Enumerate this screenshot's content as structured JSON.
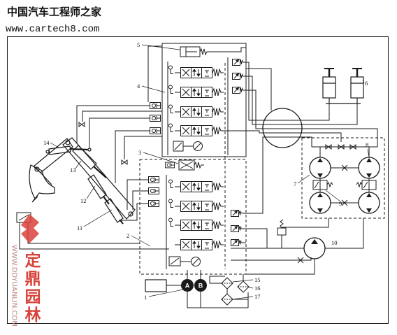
{
  "watermark": {
    "site_name": "中国汽车工程师之家",
    "site_url": "www.cartech8.com",
    "side_url": "WWW.DDYUANLIN.COM",
    "side_brand": "定鼎园林"
  },
  "diagram": {
    "pumps": {
      "a": "A",
      "b": "B"
    },
    "labels": {
      "n1": "1",
      "n2": "2",
      "n3": "3",
      "n4": "4",
      "n5": "5",
      "n6": "6",
      "n7": "7",
      "n8": "8",
      "n9": "9",
      "n10": "10",
      "n11": "11",
      "n12": "12",
      "n13": "13",
      "n14": "14",
      "n15": "15",
      "n16": "16",
      "n17": "17"
    }
  },
  "colors": {
    "line": "#1a1a1a",
    "watermark_red": "#d9423a",
    "background": "#ffffff"
  }
}
